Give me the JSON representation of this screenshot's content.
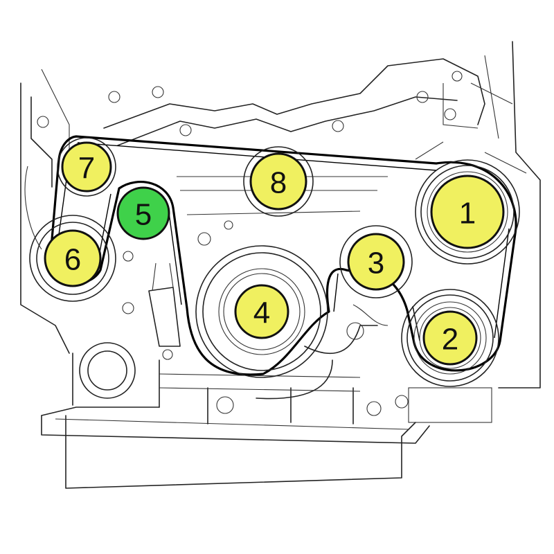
{
  "diagram": {
    "colors": {
      "pulley_fill": "#f0f060",
      "tensioner_fill": "#3fd14a",
      "line": "#222222",
      "belt": "#000000"
    },
    "pulleys": [
      {
        "id": "p1",
        "label": "1",
        "role": "pulley"
      },
      {
        "id": "p2",
        "label": "2",
        "role": "pulley"
      },
      {
        "id": "p3",
        "label": "3",
        "role": "pulley"
      },
      {
        "id": "p4",
        "label": "4",
        "role": "pulley"
      },
      {
        "id": "p5",
        "label": "5",
        "role": "tensioner"
      },
      {
        "id": "p6",
        "label": "6",
        "role": "pulley"
      },
      {
        "id": "p7",
        "label": "7",
        "role": "pulley"
      },
      {
        "id": "p8",
        "label": "8",
        "role": "pulley"
      }
    ]
  }
}
